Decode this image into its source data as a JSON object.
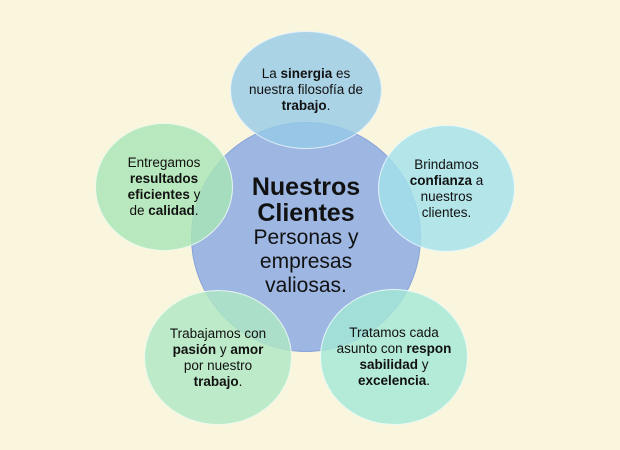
{
  "center": {
    "title": "Nuestros Clientes",
    "subtitle": "Personas y empresas valiosas."
  },
  "satellites": {
    "top": {
      "p1": "La ",
      "b1": "sinergia",
      "p2": " es nuestra filosofía de ",
      "b2": "trabajo",
      "p3": "."
    },
    "right": {
      "p1": "Brindamos ",
      "b1": "confianza",
      "p2": " a nuestros clientes."
    },
    "bottom_right": {
      "p1": "Tratamos cada asunto con ",
      "b1": "responsabilidad",
      "p2": " y ",
      "b2": "excelencia",
      "p3": "."
    },
    "bottom_left": {
      "p1": "Trabajamos con ",
      "b1": "pasión",
      "p2": " y ",
      "b2": "amor",
      "p3": " por nuestro ",
      "b3": "trabajo",
      "p4": "."
    },
    "top_left": {
      "p1": "Entregamos ",
      "b1": "resultados eficientes",
      "p2": " y de ",
      "b2": "calidad",
      "p3": "."
    }
  },
  "colors": {
    "background": "#faf5dd",
    "center": "#8fade2",
    "top": "#96cae8",
    "right": "#a5e2ec",
    "bottom_right": "#a5e8d7",
    "bottom_left": "#b0e8c3",
    "top_left": "#aae5b7"
  }
}
